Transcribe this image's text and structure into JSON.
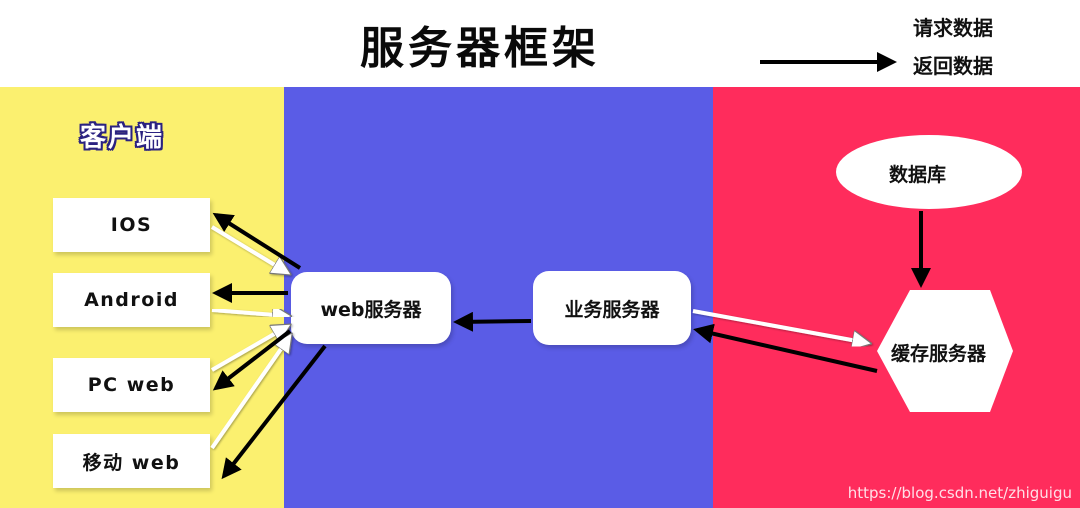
{
  "title": "服务器框架",
  "legend": {
    "request_label": "请求数据",
    "response_label": "返回数据"
  },
  "client": {
    "title": "客户端",
    "items": [
      "IOS",
      "Android",
      "PC web",
      "移动 web"
    ]
  },
  "nodes": {
    "web_server": "web服务器",
    "business_server": "业务服务器",
    "database": "数据库",
    "cache_server": "缓存服务器"
  },
  "watermark": "https://blog.csdn.net/zhiguigu",
  "colors": {
    "client_zone": "#fbf06f",
    "server_zone": "#5a5ce6",
    "cache_zone": "#ff2c5c",
    "request_arrow": "#ffffff",
    "response_arrow": "#000000"
  }
}
